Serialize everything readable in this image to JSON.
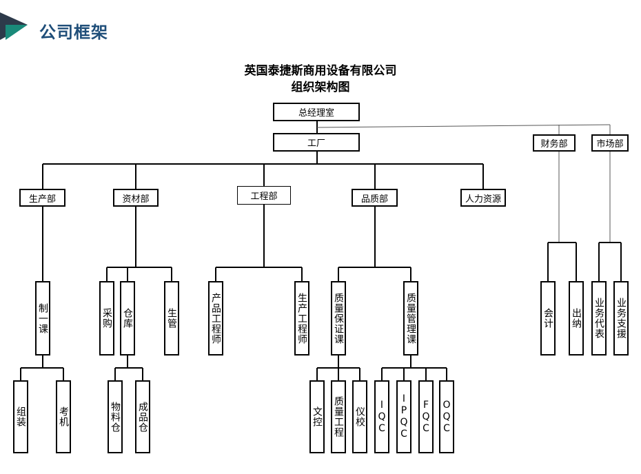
{
  "header": {
    "title": "公司框架"
  },
  "chart": {
    "company": "英国泰捷斯商用设备有限公司",
    "subtitle": "组织架构图"
  },
  "nodes": {
    "gm": "总经理室",
    "factory": "工厂",
    "finance": "财务部",
    "market": "市场部",
    "production": "生产部",
    "materials": "资材部",
    "engineering": "工程部",
    "quality": "品质部",
    "hr": "人力资源",
    "manufacturing": "制一课",
    "assembly": "组装",
    "testing": "考机",
    "purchasing": "采购",
    "warehouse": "仓库",
    "prod_control": "生管",
    "material_store": "物料仓",
    "finished_store": "成品仓",
    "product_engineer": "产品工程师",
    "production_engineer": "生产工程师",
    "qa_section": "质量保证课",
    "qm_section": "质量管理课",
    "doc_control": "文控",
    "quality_engineer": "质量工程",
    "calibration": "仪校",
    "iqc": "IQC",
    "ipqc": "IPQC",
    "fqc": "FQC",
    "oqc": "OQC",
    "accounting": "会计",
    "cashier": "出纳",
    "sales_rep": "业务代表",
    "sales_support": "业务支援"
  }
}
